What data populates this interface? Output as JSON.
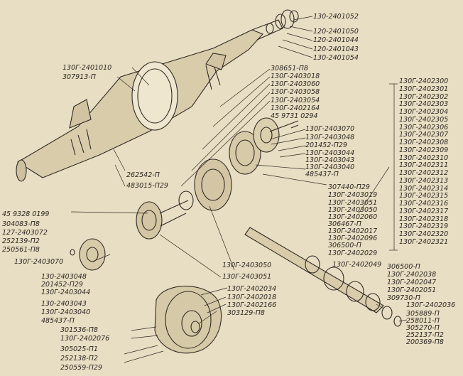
{
  "figure": {
    "labels": {
      "l1": "130-2401052",
      "l2": "120-2401050",
      "l3": "120-2401044",
      "l4": "120-2401043",
      "l5": "130-2401054",
      "l6": "130Г-2401010",
      "l7": "307913-П",
      "l8": "308651-П8",
      "l9": "130Г-2403018",
      "l10": "130Г-2403060",
      "l11": "130Г-2403058",
      "l12": "130Г-2403054",
      "l13": "130Г-2402164",
      "l14": "45 9731 0294",
      "l15": "130Г-2403070",
      "l16": "130Г-2403048",
      "l17": "201452-П29",
      "l18": "130Г-2403044",
      "l19": "130Г-2403043",
      "l20": "130Г-2403040",
      "l21": "485437-П",
      "l22": "262542-П",
      "l23": "483015-П29",
      "l24": "307440-П29",
      "l25": "130Г-2403019",
      "l26": "130Г-2403051",
      "l27": "130Г-2403050",
      "l28": "130Г-2402060",
      "l29": "306467-П",
      "l30": "130Г-2402017",
      "l31": "130Г-2402096",
      "l32": "306500-П",
      "l33": "130Г-2402029",
      "l34": "45 9328 0199",
      "l35": "304083-П8",
      "l36": "127-2403072",
      "l37": "252139-П2",
      "l38": "250561-П8",
      "l39": "130Г-2403070",
      "l40": "130-2403048",
      "l41": "201452-П29",
      "l42": "130Г-2403044",
      "l43": "130-2403043",
      "l44": "130Г-2403040",
      "l45": "485437-П",
      "l46": "130Г-2403050",
      "l47": "130Г-2403051",
      "l48": "130Г-2402049",
      "l49": "306500-П",
      "l50": "130Г-2402038",
      "l51": "130Г-2402047",
      "l52": "130Г-2402051",
      "l53": "309730-П",
      "l54": "130Г-2402034",
      "l55": "130Г-2402018",
      "l56": "130Г-2402166",
      "l57": "303129-П8",
      "l58": "130Г-2402036",
      "l59": "305889-П",
      "l60": "258011-П",
      "l61": "305270-П",
      "l62": "252137-П2",
      "l63": "200369-П8",
      "l64": "301536-П8",
      "l65": "130Г-2402076",
      "l66": "305025-П1",
      "l67": "252138-П2",
      "l68": "250559-П29"
    },
    "shim_list": [
      "130Г-2402300",
      "130Г-2402301",
      "130Г-2402302",
      "130Г-2402303",
      "130Г-2402304",
      "130Г-2402305",
      "130Г-2402306",
      "130Г-2402307",
      "130Г-2402308",
      "130Г-2402309",
      "130Г-2402310",
      "130Г-2402311",
      "130Г-2402312",
      "130Г-2402313",
      "130Г-2402314",
      "130Г-2402315",
      "130Г-2402316",
      "130Г-2402317",
      "130Г-2402318",
      "130Г-2402319",
      "130Г-2402320",
      "130Г-2402321"
    ]
  }
}
